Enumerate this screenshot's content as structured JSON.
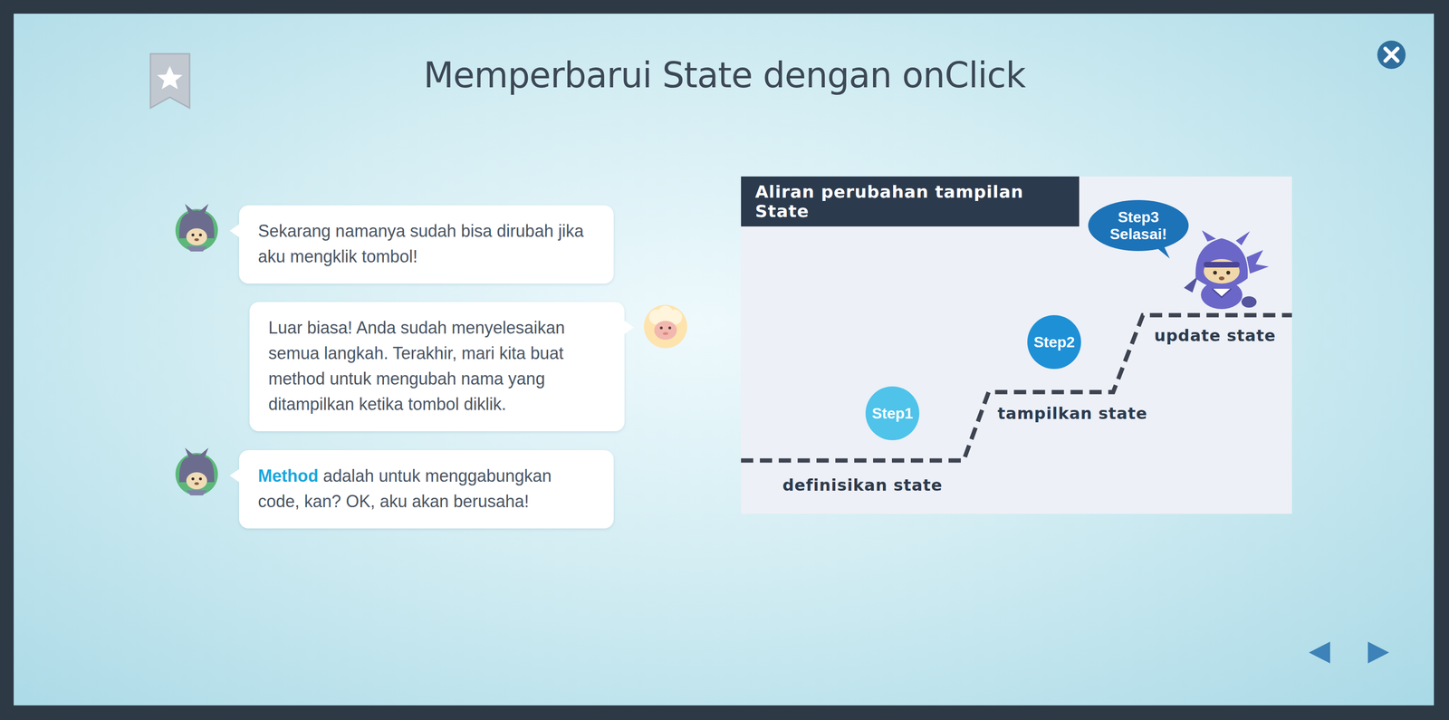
{
  "diagram": {
    "title": "Memperbarui State dengan onClick",
    "nodes": [
      {
        "text": [
          "Sekarang namanya sudah bisa dirubah jika aku mengklik tombol!"
        ]
      },
      {
        "text": [
          "Luar biasa! Anda sudah menyelesaikan semua langkah. Terakhir, mari kita buat method untuk mengubah nama yang ditampilkan ketika tombol diklik."
        ]
      },
      {
        "text": [
          "Method",
          "adalah untuk menggabungkan code, kan? OK, aku akan berusaha!"
        ]
      },
      {
        "text": [
          "Aliran perubahan tampilan State"
        ]
      },
      {
        "text": [
          "Step1"
        ]
      },
      {
        "text": [
          "Step2"
        ]
      },
      {
        "text": [
          "Step3 Selasai!"
        ]
      }
    ],
    "labels": [
      "definisikan state",
      "tampilkan state",
      "update state"
    ]
  }
}
